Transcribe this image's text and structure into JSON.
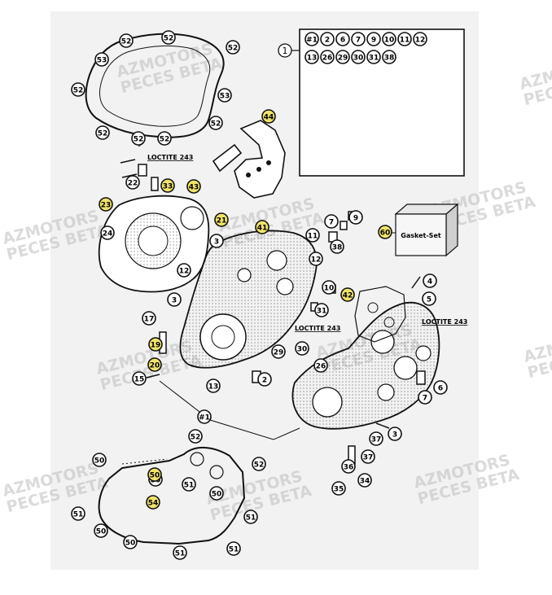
{
  "watermark": {
    "line1": "AZMOTORS",
    "line2": "PECES BETA"
  },
  "kit_box": {
    "ref": "1",
    "row1": [
      "#1",
      "2",
      "6",
      "7",
      "9",
      "10",
      "11",
      "12"
    ],
    "row2": [
      "13",
      "26",
      "29",
      "30",
      "31",
      "38"
    ]
  },
  "box_label": "Gasket-Set",
  "loctite": "LOCTITE 243",
  "callout_ref": "#1",
  "callouts_plain": [
    "52",
    "52",
    "52",
    "53",
    "52",
    "53",
    "52",
    "52",
    "52",
    "52",
    "7",
    "9",
    "11",
    "38",
    "12",
    "10",
    "31",
    "30",
    "29",
    "26",
    "2",
    "3",
    "4",
    "5",
    "6",
    "7",
    "3",
    "37",
    "36",
    "37",
    "34",
    "35",
    "3",
    "12",
    "17",
    "13",
    "#1",
    "52",
    "52",
    "50",
    "50",
    "51",
    "50",
    "51",
    "50",
    "51",
    "50",
    "51",
    "51",
    "24",
    "22",
    "15"
  ],
  "callouts_yellow": [
    "44",
    "33",
    "43",
    "23",
    "21",
    "41",
    "60",
    "42",
    "19",
    "20",
    "54",
    "50"
  ],
  "colors": {
    "yellow": "#f0e36a",
    "line": "#111111",
    "panel": "#f2f2f2",
    "watermark": "#bdbdbd"
  }
}
